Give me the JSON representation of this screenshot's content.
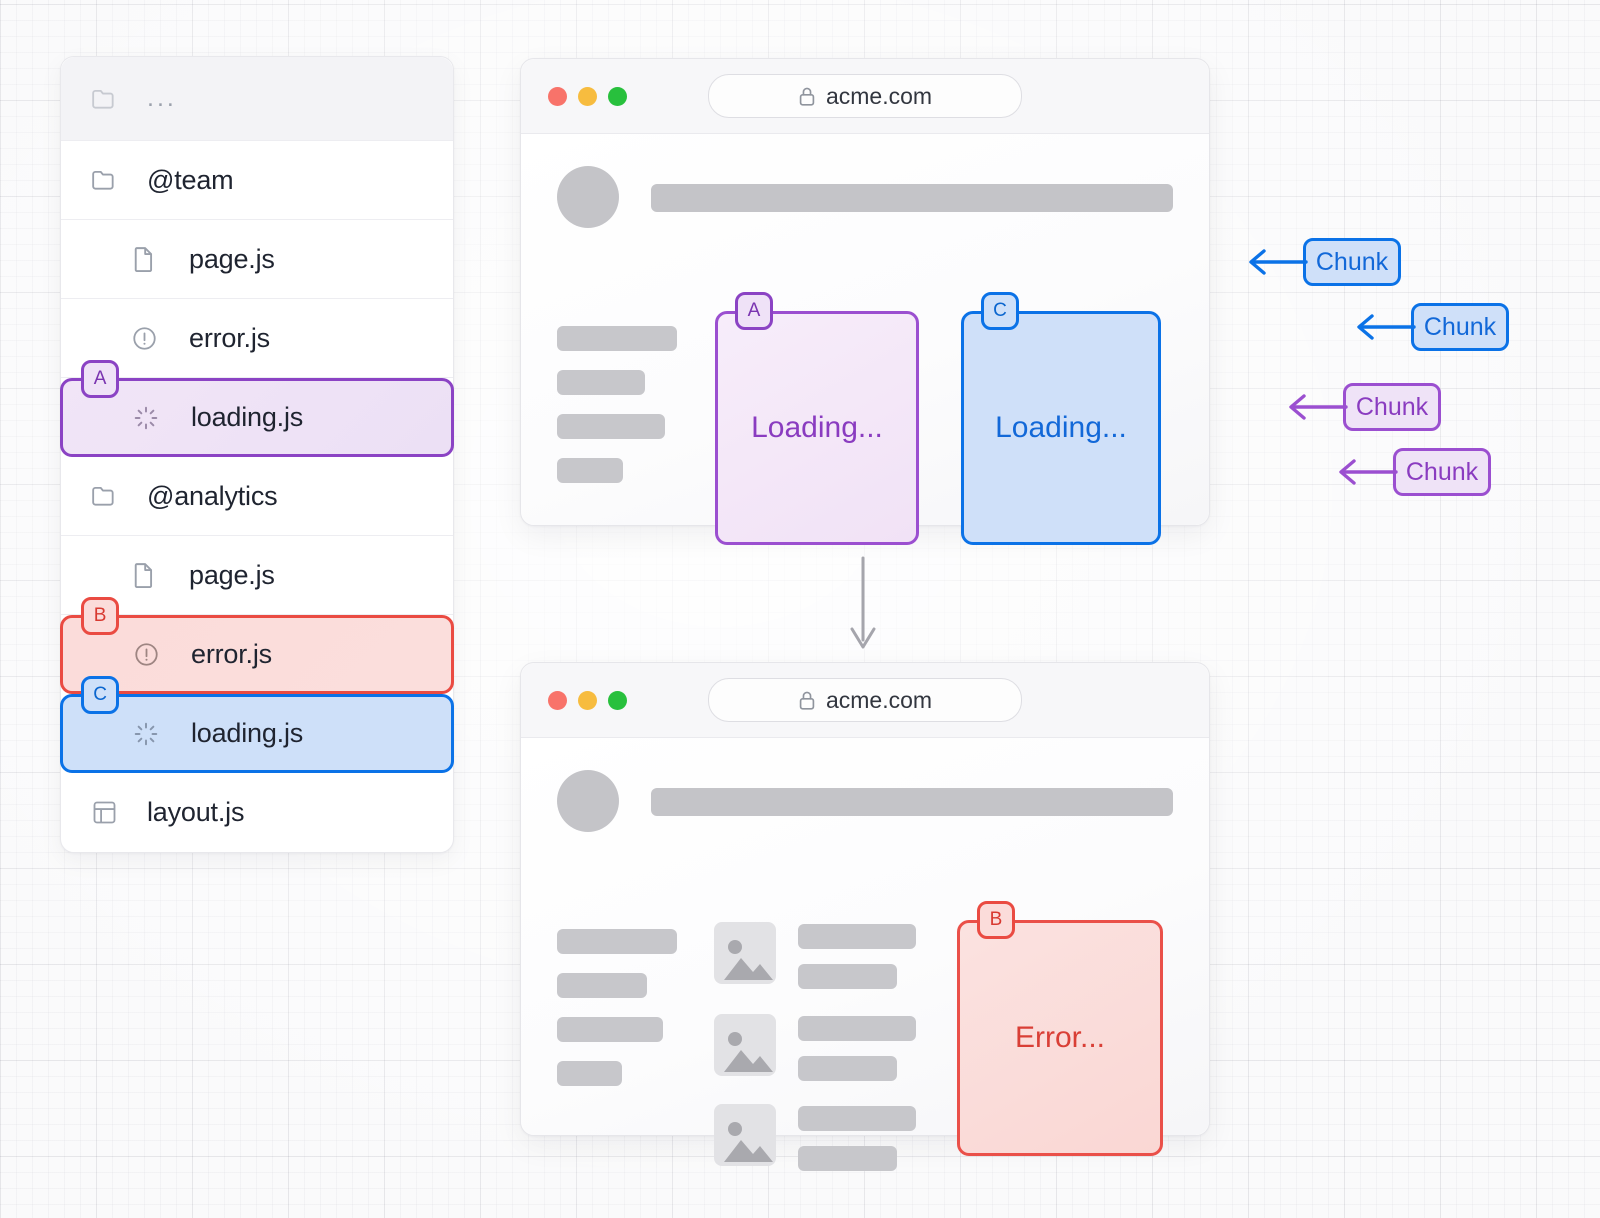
{
  "background": {
    "accent_purple": "#9b4fd0",
    "accent_blue": "#0b72e7",
    "accent_red": "#ea5049",
    "grid": "#eceef2"
  },
  "file_tree": {
    "name": "file-tree",
    "rows": [
      {
        "icon": "folder-icon",
        "label": "...",
        "indent": 0,
        "kind": "header",
        "highlight": null,
        "badge": null
      },
      {
        "icon": "folder-icon",
        "label": "@team",
        "indent": 0,
        "kind": "folder",
        "highlight": null,
        "badge": null
      },
      {
        "icon": "file-icon",
        "label": "page.js",
        "indent": 1,
        "kind": "file",
        "highlight": null,
        "badge": null
      },
      {
        "icon": "alert-circle-icon",
        "label": "error.js",
        "indent": 1,
        "kind": "file",
        "highlight": null,
        "badge": null
      },
      {
        "icon": "spinner-icon",
        "label": "loading.js",
        "indent": 1,
        "kind": "file",
        "highlight": "a",
        "badge": "A"
      },
      {
        "icon": "folder-icon",
        "label": "@analytics",
        "indent": 0,
        "kind": "folder",
        "highlight": null,
        "badge": null
      },
      {
        "icon": "file-icon",
        "label": "page.js",
        "indent": 1,
        "kind": "file",
        "highlight": null,
        "badge": null
      },
      {
        "icon": "alert-circle-icon",
        "label": "error.js",
        "indent": 1,
        "kind": "file",
        "highlight": "b",
        "badge": "B"
      },
      {
        "icon": "spinner-icon",
        "label": "loading.js",
        "indent": 1,
        "kind": "file",
        "highlight": "c",
        "badge": "C"
      },
      {
        "icon": "layout-icon",
        "label": "layout.js",
        "indent": 0,
        "kind": "file",
        "highlight": null,
        "badge": null
      }
    ]
  },
  "browser_top": {
    "name": "browser-window-loading",
    "url": "acme.com",
    "traffic_lights": [
      "close-red",
      "minimize-yellow",
      "maximize-green"
    ],
    "panels": [
      {
        "badge": "A",
        "label": "Loading...",
        "variant": "a"
      },
      {
        "badge": "C",
        "label": "Loading...",
        "variant": "c"
      }
    ]
  },
  "browser_bottom": {
    "name": "browser-window-loaded",
    "url": "acme.com",
    "traffic_lights": [
      "close-red",
      "minimize-yellow",
      "maximize-green"
    ],
    "panels": [
      {
        "badge": "B",
        "label": "Error...",
        "variant": "b"
      }
    ]
  },
  "chunks": [
    {
      "label": "Chunk",
      "variant": "blue"
    },
    {
      "label": "Chunk",
      "variant": "blue"
    },
    {
      "label": "Chunk",
      "variant": "purple"
    },
    {
      "label": "Chunk",
      "variant": "purple"
    }
  ],
  "flow": {
    "arrow": "down-arrow"
  }
}
